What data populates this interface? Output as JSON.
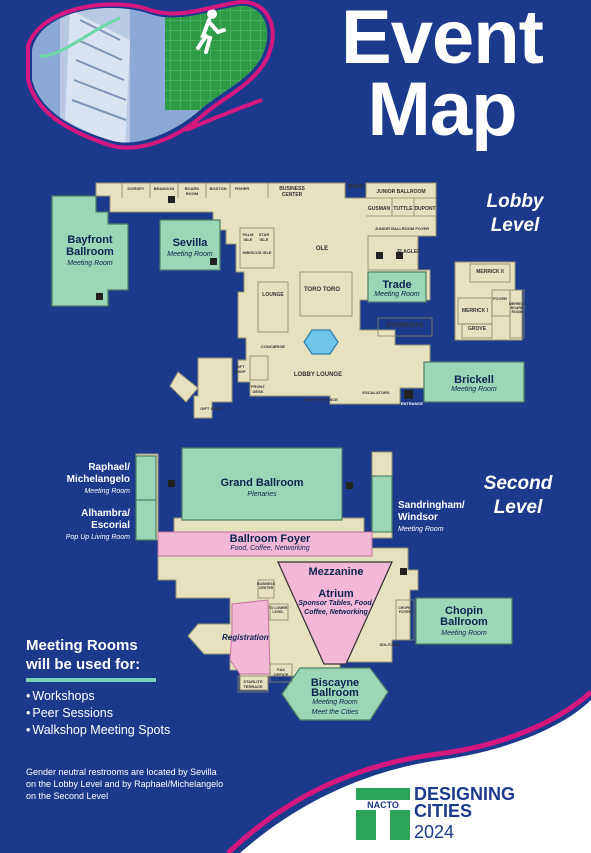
{
  "title": {
    "line1": "Event",
    "line2": "Map"
  },
  "lobby": {
    "level_line1": "Lobby",
    "level_line2": "Level",
    "rooms": {
      "bayfront": {
        "name_line1": "Bayfront",
        "name_line2": "Ballroom",
        "sub": "Meeting Room"
      },
      "sevilla": {
        "name": "Sevilla",
        "sub": "Meeting Room"
      },
      "trade": {
        "name": "Trade",
        "sub": "Meeting Room"
      },
      "brickell": {
        "name": "Brickell",
        "sub": "Meeting Room"
      }
    },
    "labels": {
      "ole": "OLE",
      "toro": "TORO TORO",
      "starbucks": "STARBUCKS",
      "lobby_lounge": "LOBBY LOUNGE",
      "junior_ballroom": "JUNIOR BALLROOM",
      "merrick_ii": "MERRICK II",
      "merrick_i": "MERRICK I",
      "grove": "GROVE",
      "foyer": "FOYER",
      "marti": "MARTI",
      "business_center": "BUSINESS CENTER",
      "flagler": "FLAGLER",
      "lounge": "LOUNGE",
      "hibiscus": "HIBISCUS ISLE",
      "palm": "PALM ISLE",
      "star": "STAR ISLE",
      "gift_shop": "GIFT SHOP",
      "front_desk": "FRONT DESK",
      "main_entrance": "MAIN ENTRANCE",
      "escalators": "ESCALATORS",
      "entrance": "ENTRANCE",
      "concierge": "CONCIERGE",
      "gusman": "GUSMAN",
      "tuttle": "TUTTLE",
      "dupont": "DUPONT",
      "junior_foyer": "JUNIOR BALLROOM FOYER",
      "dorsey": "DORSEY",
      "brandon": "BRANDON",
      "board_room": "BOARD ROOM",
      "boston": "BOSTON",
      "fisher": "FISHER",
      "merrick_boardroom": "MERRICK BOARD ROOM"
    }
  },
  "second": {
    "level_line1": "Second",
    "level_line2": "Level",
    "rooms": {
      "raphael": {
        "name_line1": "Raphael/",
        "name_line2": "Michelangelo",
        "sub": "Meeting Room"
      },
      "alhambra": {
        "name_line1": "Alhambra/",
        "name_line2": "Escorial",
        "sub": "Pop Up Living Room"
      },
      "grand": {
        "name": "Grand Ballroom",
        "sub": "Plenaries"
      },
      "sandringham": {
        "name_line1": "Sandringham/",
        "name_line2": "Windsor",
        "sub": "Meeting Room"
      },
      "foyer": {
        "name": "Ballroom Foyer",
        "sub": "Food, Coffee, Networking"
      },
      "mezzanine": {
        "name": "Mezzanine"
      },
      "atrium": {
        "name": "Atrium",
        "sub_line1": "Sponsor Tables, Food,",
        "sub_line2": "Coffee, Networking"
      },
      "registration": {
        "name": "Registration"
      },
      "chopin": {
        "name_line1": "Chopin",
        "name_line2": "Ballroom",
        "sub": "Meeting Room"
      },
      "biscayne": {
        "name_line1": "Biscayne",
        "name_line2": "Ballroom",
        "sub_line1": "Meeting Room",
        "sub_line2": "Meet the Cities"
      }
    },
    "labels": {
      "solitaire": "SOLITAIRE",
      "starlite": "STARLITE TERRACE",
      "fax": "FAX OFFICE",
      "chopin_foyer": "CHOPIN FOYER",
      "lower_level": "TO LOWER LEVEL",
      "business": "BUSINESS CENTER"
    }
  },
  "legend": {
    "title_line1": "Meeting Rooms",
    "title_line2": "will be used for:",
    "items": [
      "Workshops",
      "Peer Sessions",
      "Walkshop Meeting Spots"
    ]
  },
  "restroom_note": "Gender neutral restrooms are located by Sevilla on the Lobby Level and by Raphael/Michelangelo on the Second Level",
  "logo": {
    "org": "NACTO",
    "line1": "DESIGNING",
    "line2": "CITIES",
    "year": "2024"
  },
  "colors": {
    "background": "#1b3a8c",
    "floor": "#e6e2bf",
    "meeting_room": "#9bd6b6",
    "pink": "#f2b8d6",
    "magenta": "#d6177f",
    "white": "#ffffff",
    "logo_green": "#2aa557"
  }
}
